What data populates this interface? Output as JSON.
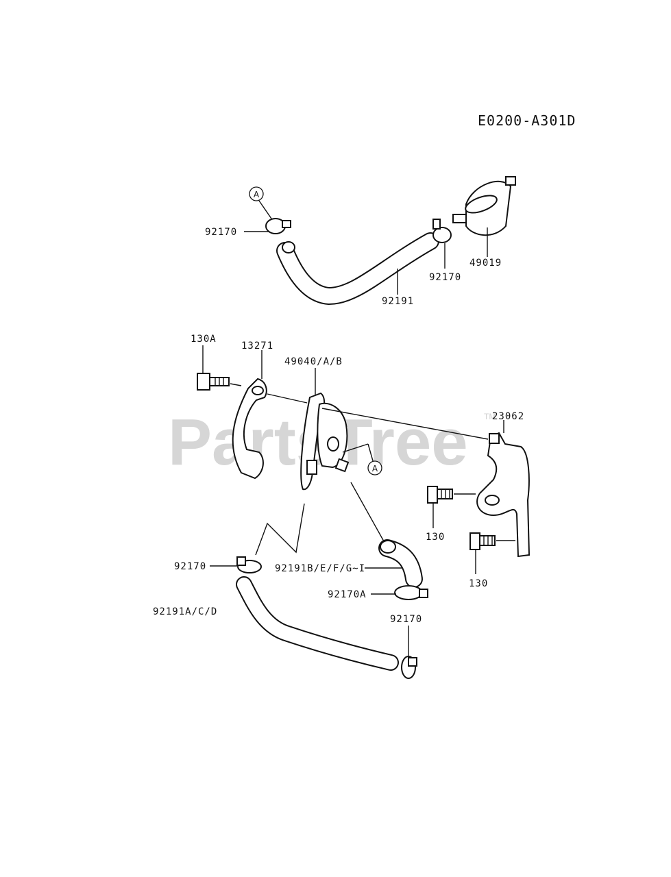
{
  "diagram_code": "E0200-A301D",
  "watermark": "PartsTree",
  "watermark_tm": "TM",
  "callout_letter": "A",
  "labels": {
    "clamp_top_left": "92170",
    "clamp_top_right": "92170",
    "fuel_filter": "49019",
    "hose_top": "92191",
    "bolt_130a": "130A",
    "bracket_13271": "13271",
    "fuel_pump": "49040/A/B",
    "bracket_23062": "23062",
    "bolt_130_upper": "130",
    "bolt_130_lower": "130",
    "clamp_left": "92170",
    "hose_elbow": "92191B/E/F/G~I",
    "clamp_92170a": "92170A",
    "hose_bottom": "92191A/C/D",
    "clamp_bottom_right": "92170"
  }
}
